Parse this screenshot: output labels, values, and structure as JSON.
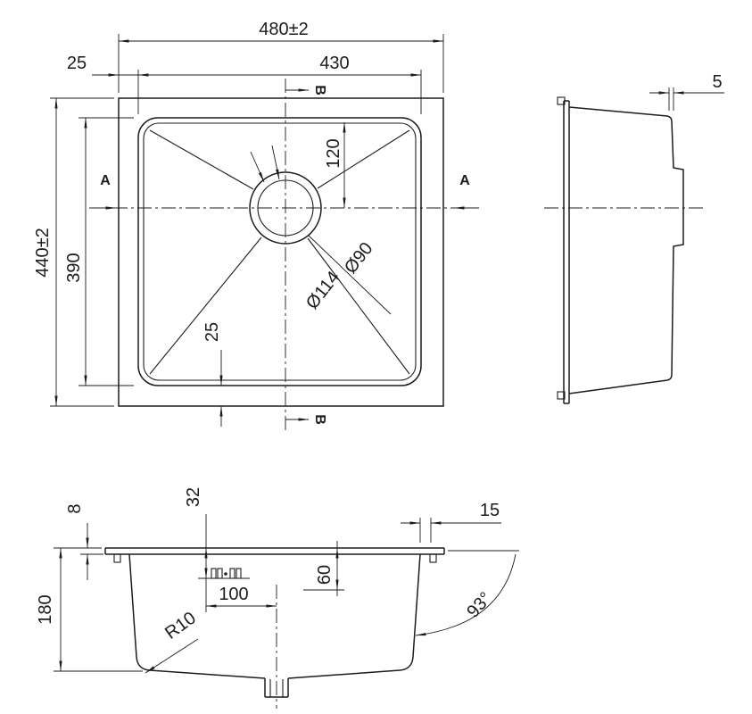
{
  "colors": {
    "line": "#1c1c1c",
    "background": "#ffffff"
  },
  "plan_view": {
    "dim_overall_width": "480±2",
    "dim_bowl_width": "430",
    "dim_rim_left": "25",
    "dim_overall_height": "440±2",
    "dim_bowl_height": "390",
    "dim_drain_from_top": "120",
    "dim_rim_bottom": "25",
    "dim_drain_inner": "Ø90",
    "dim_drain_outer": "Ø114",
    "section_label_a": "A",
    "section_label_b": "B"
  },
  "side_view": {
    "dim_flange": "5"
  },
  "front_section": {
    "dim_flange_height": "8",
    "dim_overflow_depth": "32",
    "dim_total_depth": "180",
    "dim_overflow_to_center": "100",
    "dim_drain_depth": "60",
    "dim_edge": "15",
    "angle_wall": "93°",
    "radius_corner": "R10"
  }
}
